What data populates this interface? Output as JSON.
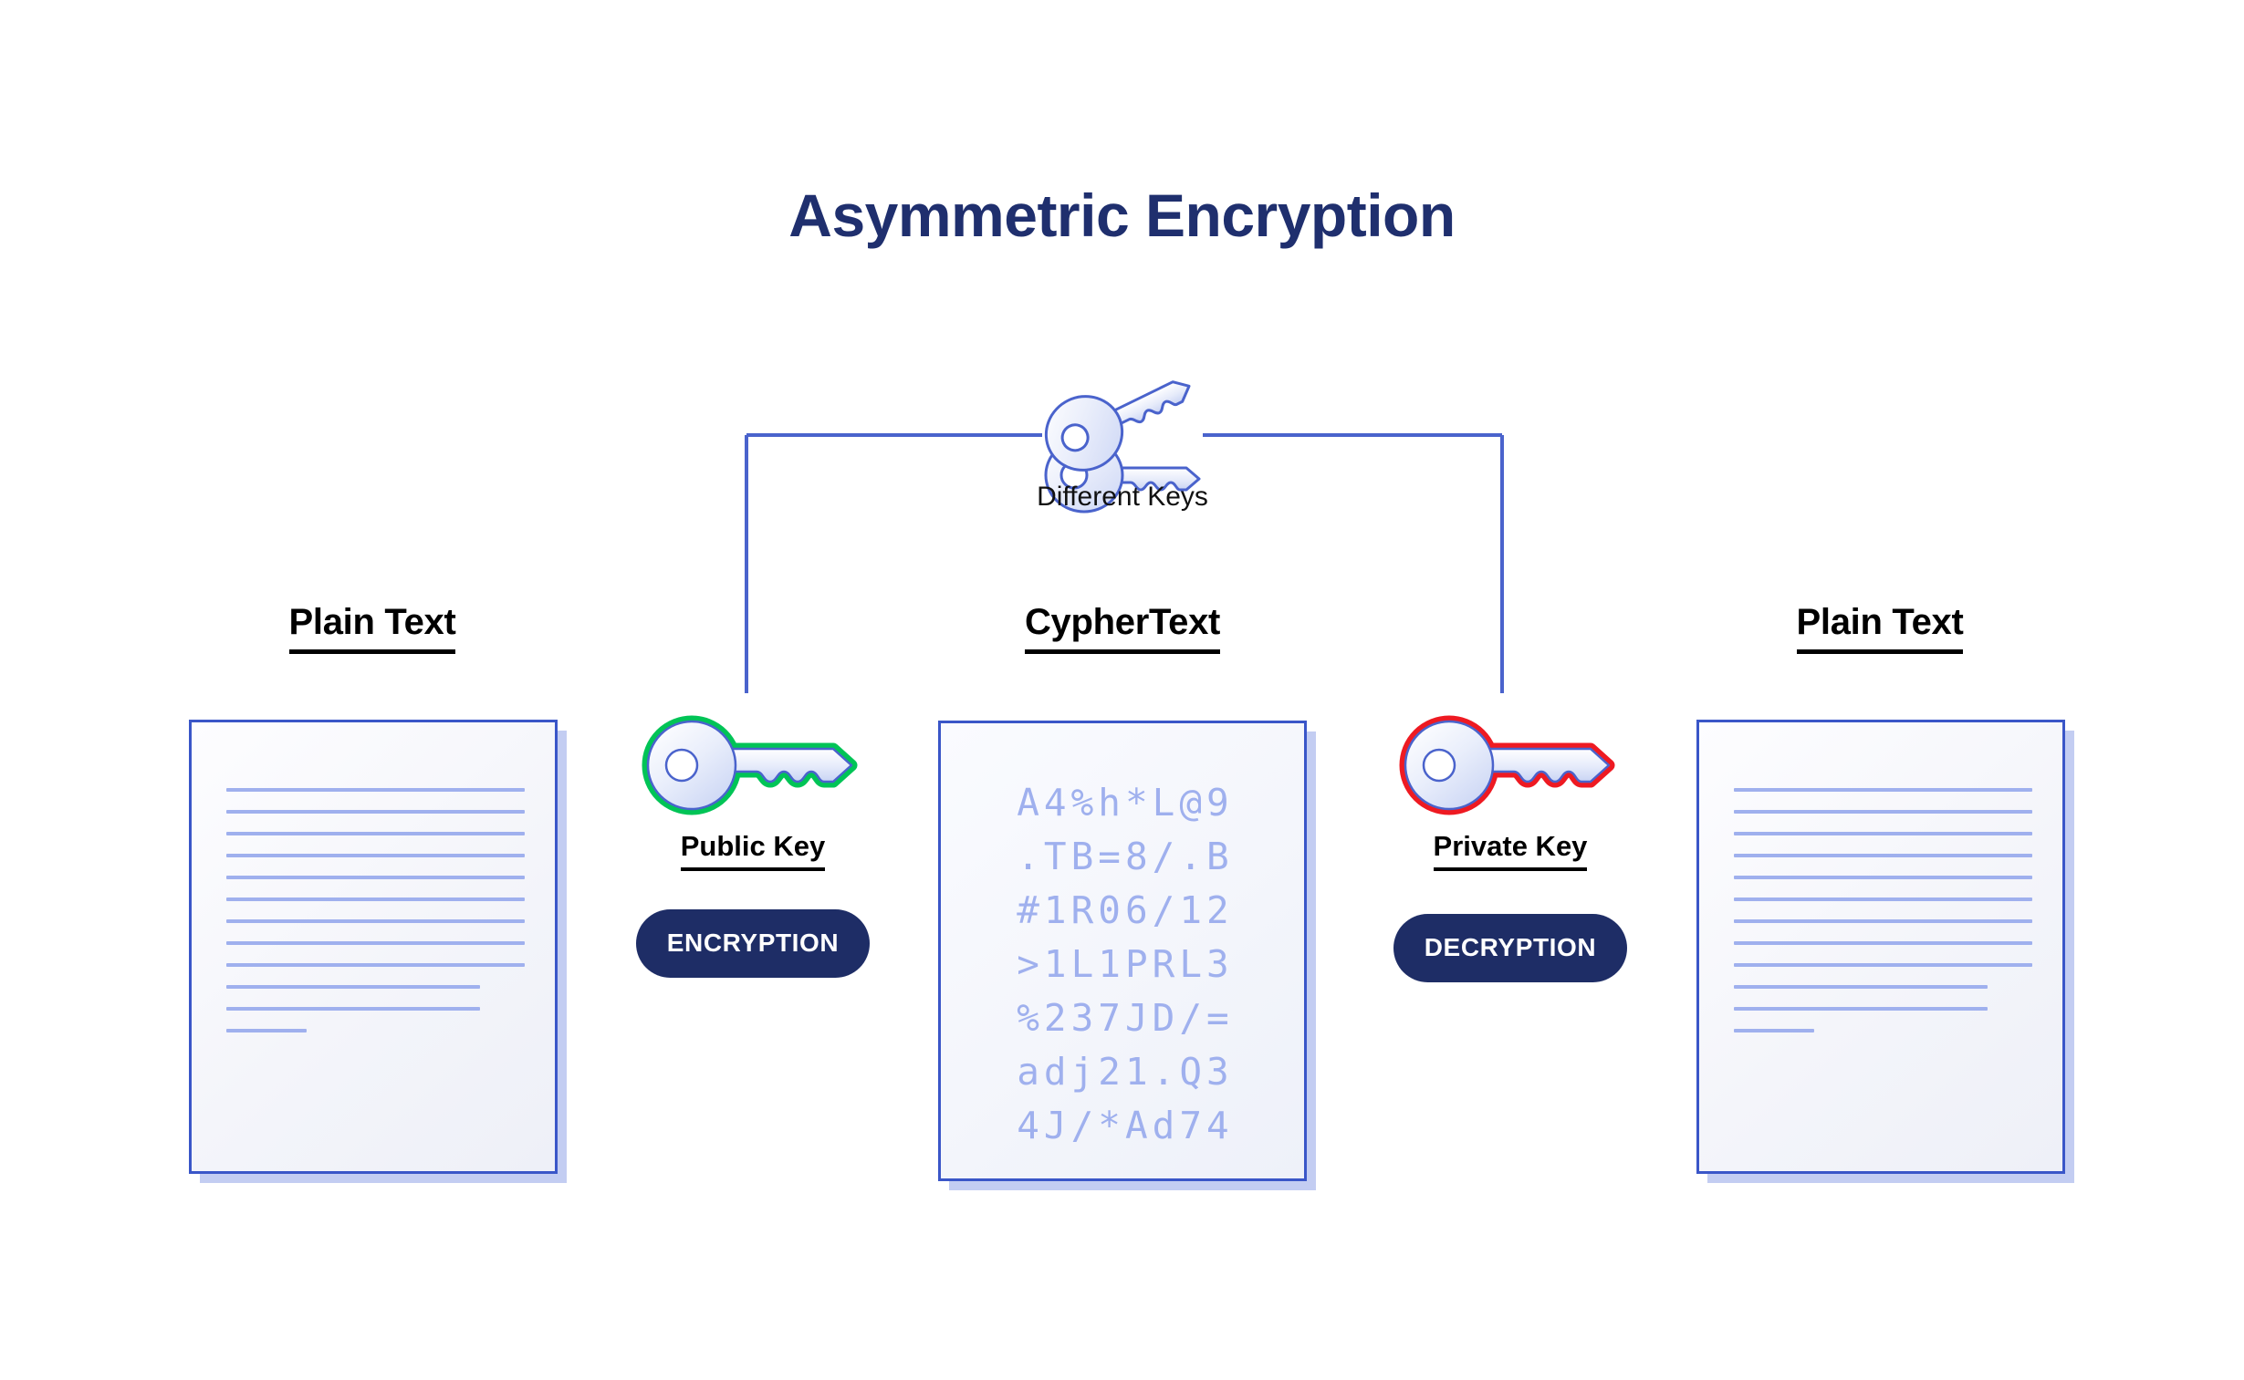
{
  "title": "Asymmetric Encryption",
  "colors": {
    "title_navy": "#1f2f6e",
    "button_navy": "#1e2d66",
    "public_key_green": "#00c456",
    "private_key_red": "#ee1a22",
    "line_blue": "#4a63cc",
    "doc_border_blue": "#3a56c8",
    "doc_line_blue": "#9fb0ee",
    "cypher_text_blue": "#9fb0ee",
    "page_background": "#ffffff"
  },
  "connector": {
    "label": "Different Keys",
    "keys_icon": "two-keys-icon"
  },
  "columns": {
    "plain_text_left": {
      "heading": "Plain Text",
      "document_line_widths": [
        100,
        100,
        100,
        100,
        100,
        100,
        100,
        100,
        100,
        85,
        85,
        27
      ]
    },
    "cypher_text": {
      "heading": "CypherText",
      "lines": [
        "A4%h*L@9",
        ".TB=8/.B",
        "#1R06/12",
        ">1L1PRL3",
        "%237JD/=",
        "adj21.Q3",
        "4J/*Ad74"
      ]
    },
    "plain_text_right": {
      "heading": "Plain Text",
      "document_line_widths": [
        100,
        100,
        100,
        100,
        100,
        100,
        100,
        100,
        100,
        85,
        85,
        27
      ]
    }
  },
  "public_key": {
    "icon": "key-icon",
    "label": "Public Key",
    "button_label": "ENCRYPTION",
    "accent_color": "#00c456"
  },
  "private_key": {
    "icon": "key-icon",
    "label": "Private Key",
    "button_label": "DECRYPTION",
    "accent_color": "#ee1a22"
  }
}
